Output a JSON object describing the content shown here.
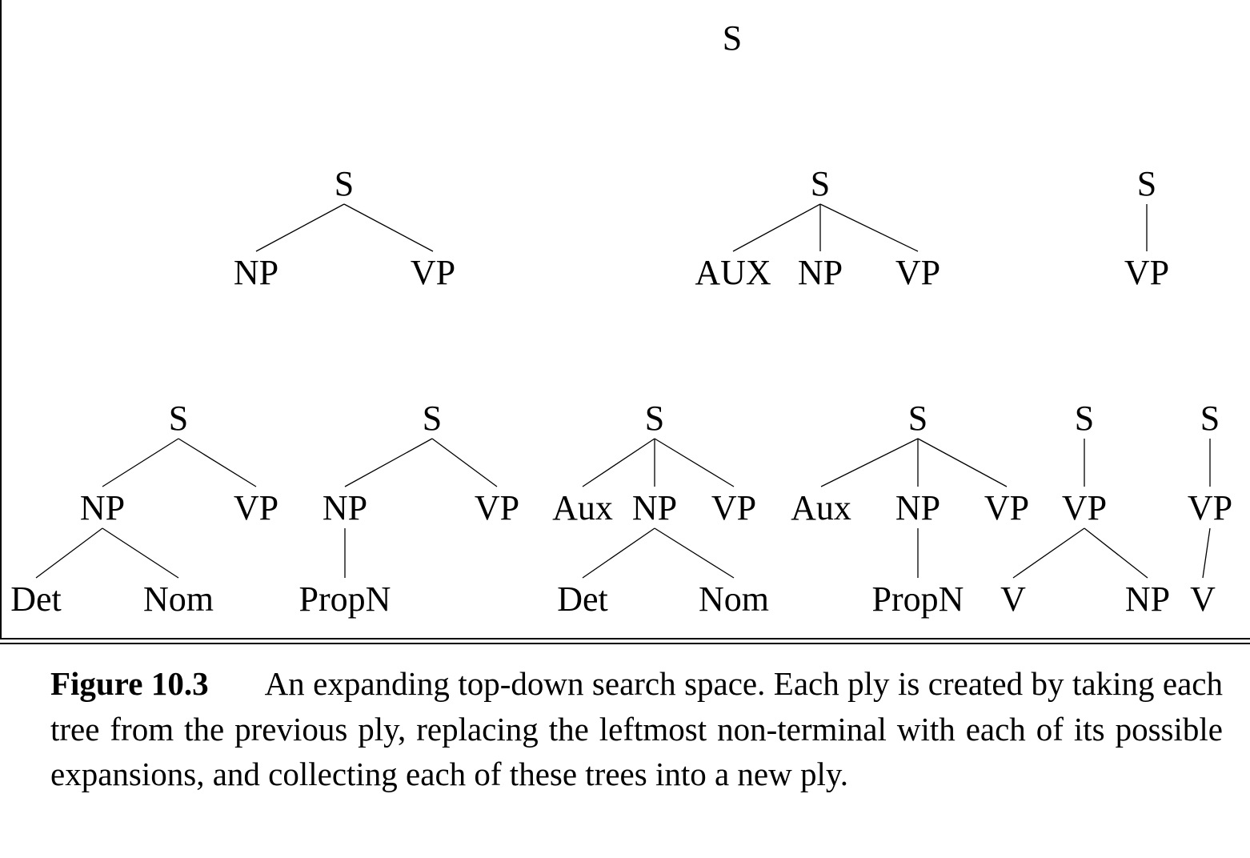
{
  "figure": {
    "label": "Figure 10.3",
    "caption": "An expanding top-down search space. Each ply is created by taking each tree from the previous ply, replacing the leftmost non-terminal with each of its possible expansions, and collecting each of these trees into a new ply."
  },
  "plies": [
    {
      "trees": [
        {
          "label": "S"
        }
      ]
    },
    {
      "trees": [
        {
          "label": "S",
          "children": [
            {
              "label": "NP"
            },
            {
              "label": "VP"
            }
          ]
        },
        {
          "label": "S",
          "children": [
            {
              "label": "AUX"
            },
            {
              "label": "NP"
            },
            {
              "label": "VP"
            }
          ]
        },
        {
          "label": "S",
          "children": [
            {
              "label": "VP"
            }
          ]
        }
      ]
    },
    {
      "trees": [
        {
          "label": "S",
          "children": [
            {
              "label": "NP",
              "children": [
                {
                  "label": "Det"
                },
                {
                  "label": "Nom"
                }
              ]
            },
            {
              "label": "VP"
            }
          ]
        },
        {
          "label": "S",
          "children": [
            {
              "label": "NP",
              "children": [
                {
                  "label": "PropN"
                }
              ]
            },
            {
              "label": "VP"
            }
          ]
        },
        {
          "label": "S",
          "children": [
            {
              "label": "Aux"
            },
            {
              "label": "NP",
              "children": [
                {
                  "label": "Det"
                },
                {
                  "label": "Nom"
                }
              ]
            },
            {
              "label": "VP"
            }
          ]
        },
        {
          "label": "S",
          "children": [
            {
              "label": "Aux"
            },
            {
              "label": "NP",
              "children": [
                {
                  "label": "PropN"
                }
              ]
            },
            {
              "label": "VP"
            }
          ]
        },
        {
          "label": "S",
          "children": [
            {
              "label": "VP",
              "children": [
                {
                  "label": "V"
                },
                {
                  "label": "NP"
                }
              ]
            }
          ]
        },
        {
          "label": "S",
          "children": [
            {
              "label": "VP",
              "children": [
                {
                  "label": "V"
                }
              ]
            }
          ]
        }
      ]
    }
  ]
}
